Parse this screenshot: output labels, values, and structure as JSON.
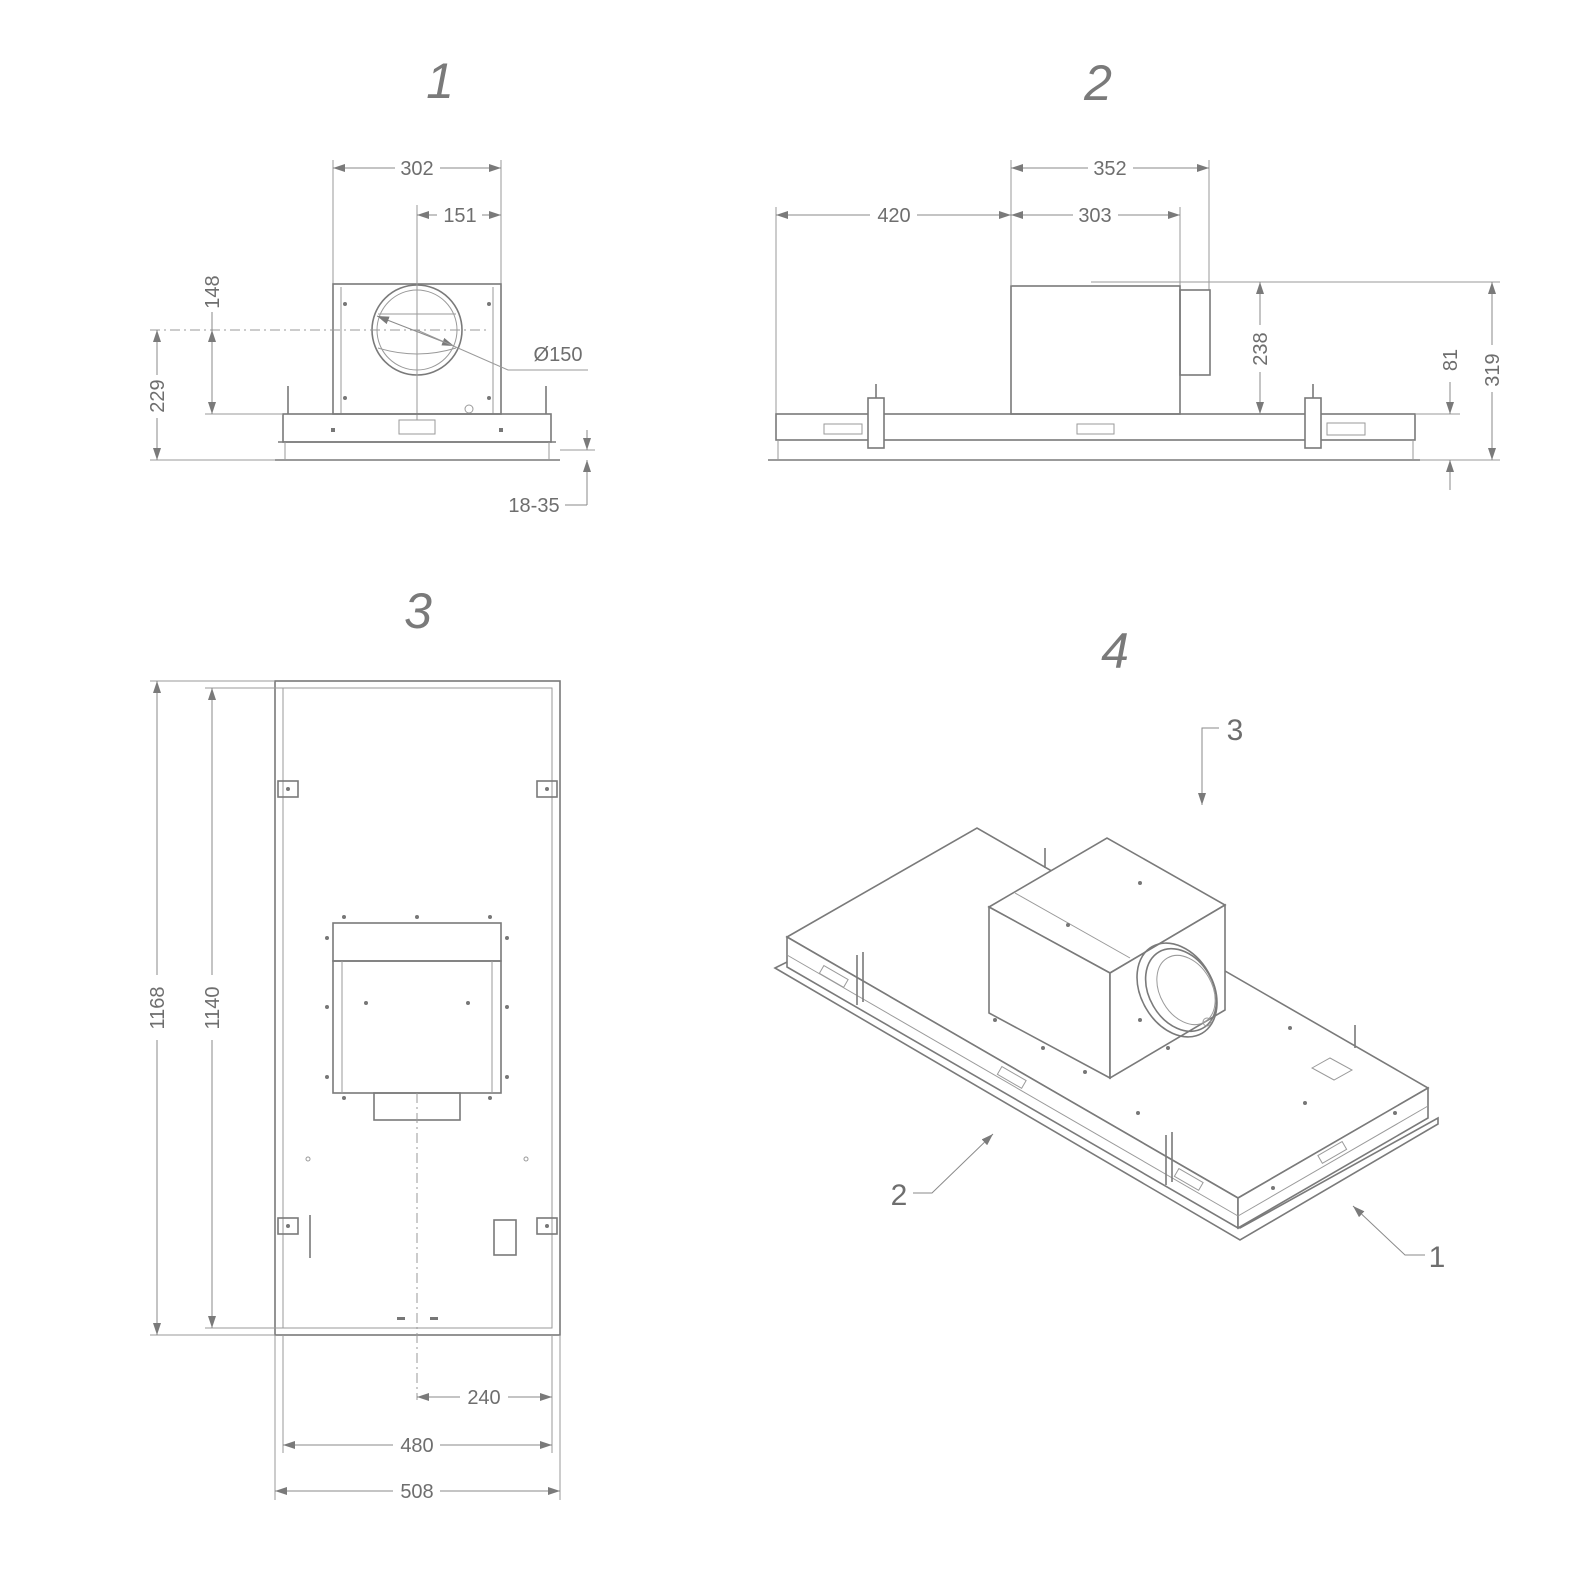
{
  "views": {
    "front": {
      "label": "1",
      "dims": {
        "width": "302",
        "half_width": "151",
        "outlet_height": "148",
        "total_height": "229",
        "outlet_diameter": "Ø150",
        "ceiling_thickness": "18-35"
      }
    },
    "side": {
      "label": "2",
      "dims": {
        "box_depth_with_outlet": "352",
        "offset": "420",
        "box_depth": "303",
        "box_height": "238",
        "plate_height": "81",
        "total_height": "319"
      }
    },
    "top": {
      "label": "3",
      "dims": {
        "length": "1168",
        "inner_length": "1140",
        "half_inner_width": "240",
        "inner_width": "480",
        "width": "508"
      }
    },
    "iso": {
      "label": "4",
      "callouts": [
        "1",
        "2",
        "3"
      ]
    }
  },
  "colors": {
    "line": "#7a7a7a",
    "text": "#6e6e6e"
  }
}
